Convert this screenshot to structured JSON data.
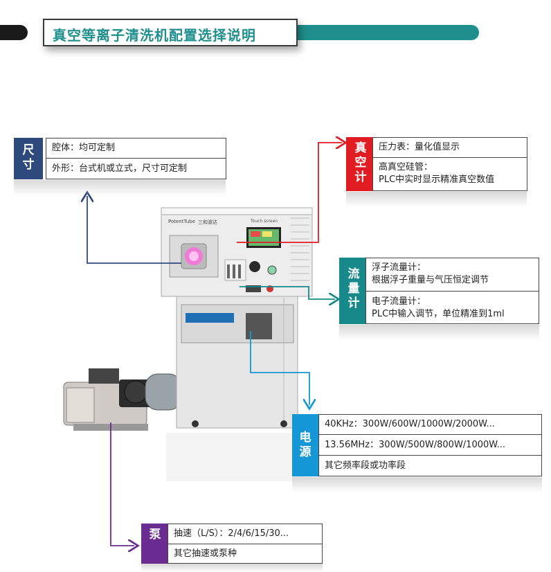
{
  "title": "真空等离子清洗机配置选择说明",
  "size": {
    "tag": [
      "尺",
      "寸"
    ],
    "rows": [
      "腔体：均可定制",
      "外形：台式机或立式，尺寸可定制"
    ]
  },
  "vacuum_gauge": {
    "tag": [
      "真",
      "空",
      "计"
    ],
    "rows": [
      [
        "压力表：量化值显示"
      ],
      [
        "高真空硅管：",
        "PLC中实时显示精准真空数值"
      ]
    ]
  },
  "flowmeter": {
    "tag": [
      "流",
      "量",
      "计"
    ],
    "rows": [
      [
        "浮子流量计：",
        "根据浮子重量与气压恒定调节"
      ],
      [
        "电子流量计：",
        "PLC中输入调节，单位精准到1ml"
      ]
    ]
  },
  "power": {
    "tag": [
      "电",
      "源"
    ],
    "rows": [
      "40KHz：300W/600W/1000W/2000W...",
      "13.56MHz：300W/500W/800W/1000W...",
      "其它频率段或功率段"
    ]
  },
  "pump": {
    "tag": [
      "泵"
    ],
    "rows": [
      "抽速（L/S）：2/4/6/15/30...",
      "其它抽速或泵种"
    ]
  },
  "machine": {
    "brand": "PotentTube",
    "brand_cn": "三和波达",
    "screen_label": "Touch screen"
  },
  "colors": {
    "teal": "#1e8f8c",
    "navy": "#2e4a7c",
    "red": "#e01b22",
    "cyan_dark": "#17898a",
    "blue": "#1596d6",
    "purple": "#6a2c91"
  }
}
